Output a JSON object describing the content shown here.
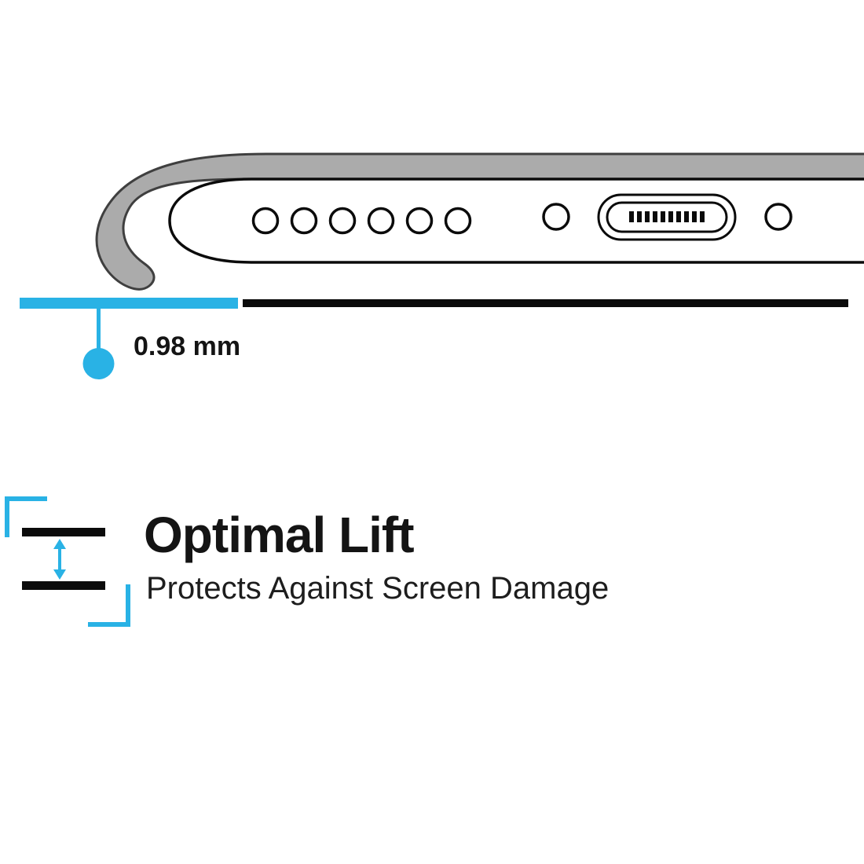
{
  "theme": {
    "accent": "#29B2E5",
    "ink": "#0b0b0b",
    "case_gray": "#ABABAB",
    "outline": "#3F3F3F"
  },
  "diagram": {
    "measurement_label": "0.98 mm",
    "speaker_hole_count": 6,
    "charging_pin_count": 10
  },
  "feature": {
    "title": "Optimal Lift",
    "subtitle": "Protects Against Screen Damage"
  }
}
